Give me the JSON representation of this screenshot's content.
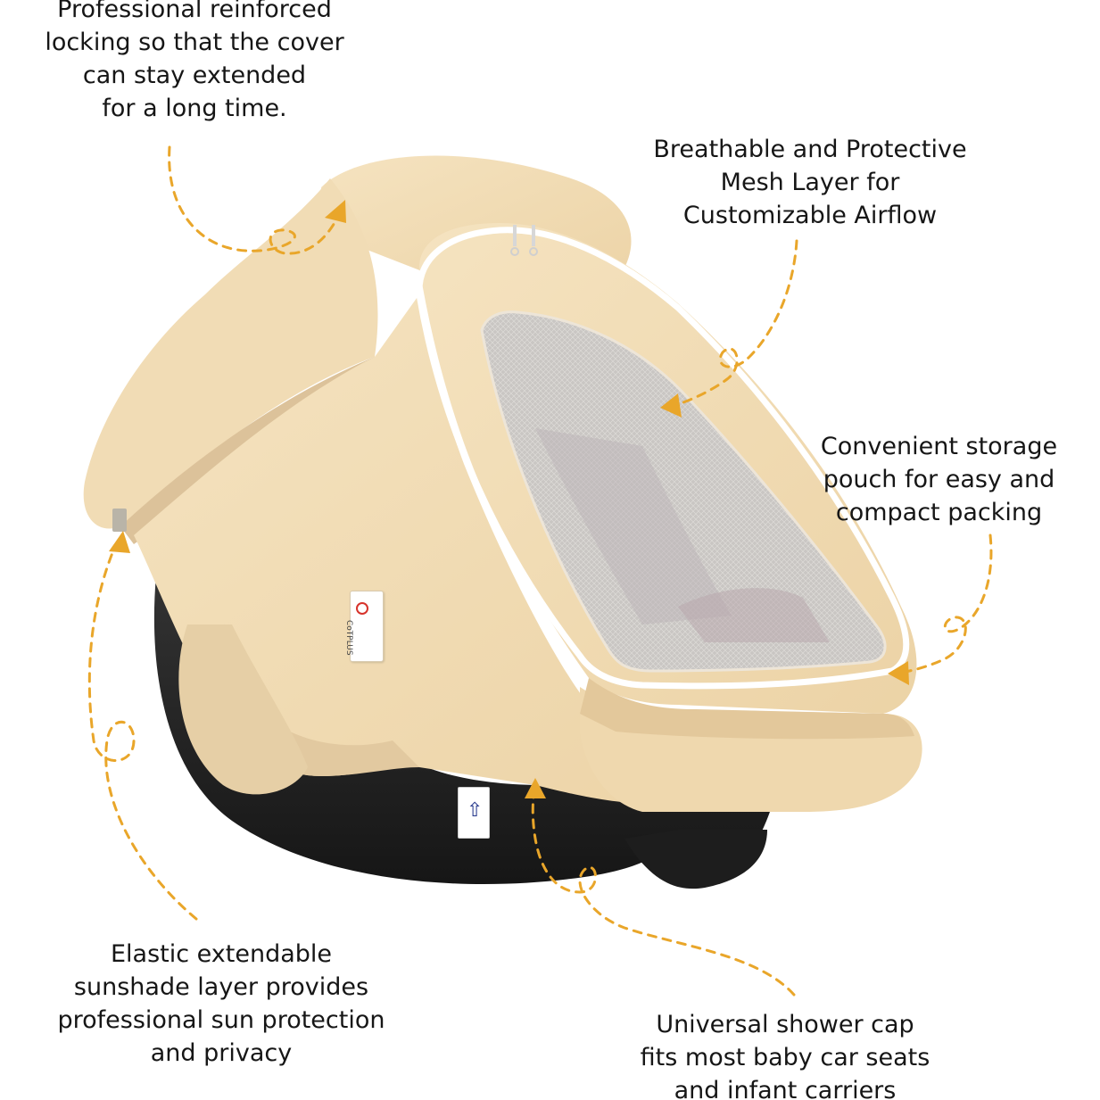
{
  "captions": {
    "locking": "Professional reinforced\nlocking so that the cover\ncan stay extended\nfor a long time.",
    "mesh": "Breathable and Protective\nMesh Layer for\nCustomizable Airflow",
    "pouch": "Convenient storage\npouch for easy and\ncompact packing",
    "elastic": "Elastic extendable\nsunshade layer provides\nprofessional sun protection\nand privacy",
    "universal": "Universal shower cap\nfits most baby car seats\nand infant carriers"
  },
  "product": {
    "brand_label": "CoTPLUS"
  },
  "colors": {
    "arrow": "#e9a62a",
    "cover": "#f1dcb5",
    "cover_shade": "#dcc29a",
    "base": "#222222",
    "mesh": "#c5c2c0",
    "zipper": "#ffffff"
  },
  "icons": {
    "care_tag": "up-arrow-icon",
    "brand_logo": "circle-logo-icon"
  }
}
